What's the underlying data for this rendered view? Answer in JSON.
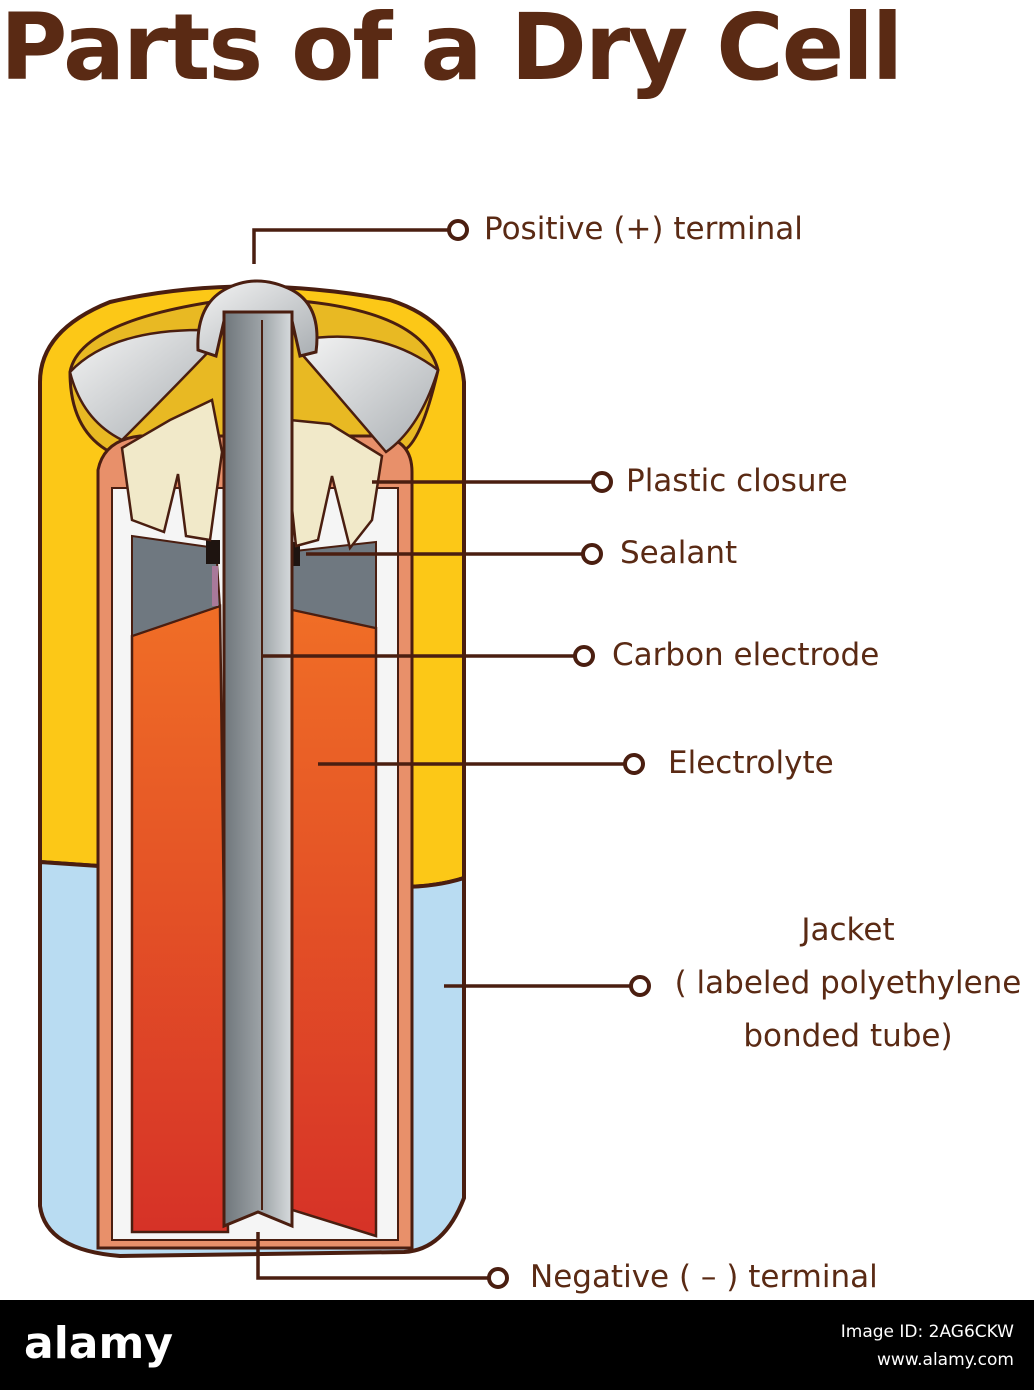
{
  "title": "Parts of a Dry Cell",
  "colors": {
    "text": "#5a2a14",
    "leader": "#4a1e10",
    "jacket_yellow": "#fcc817",
    "jacket_blue": "#b9dcf2",
    "electrolyte_top": "#f06e26",
    "electrolyte_bottom": "#d63227",
    "carbon_rod": "#8d9296",
    "casing": "#e8906a",
    "sealant": "#6f7880"
  },
  "labels": {
    "positive_terminal": "Positive (+) terminal",
    "plastic_closure": "Plastic closure",
    "sealant": "Sealant",
    "carbon_electrode": "Carbon electrode",
    "electrolyte": "Electrolyte",
    "jacket_line1": "Jacket",
    "jacket_line2": "( labeled polyethylene",
    "jacket_line3": "bonded tube)",
    "negative_terminal": "Negative ( – ) terminal"
  },
  "footer": {
    "brand": "alamy",
    "image_id": "Image ID: 2AG6CKW",
    "site": "www.alamy.com"
  }
}
